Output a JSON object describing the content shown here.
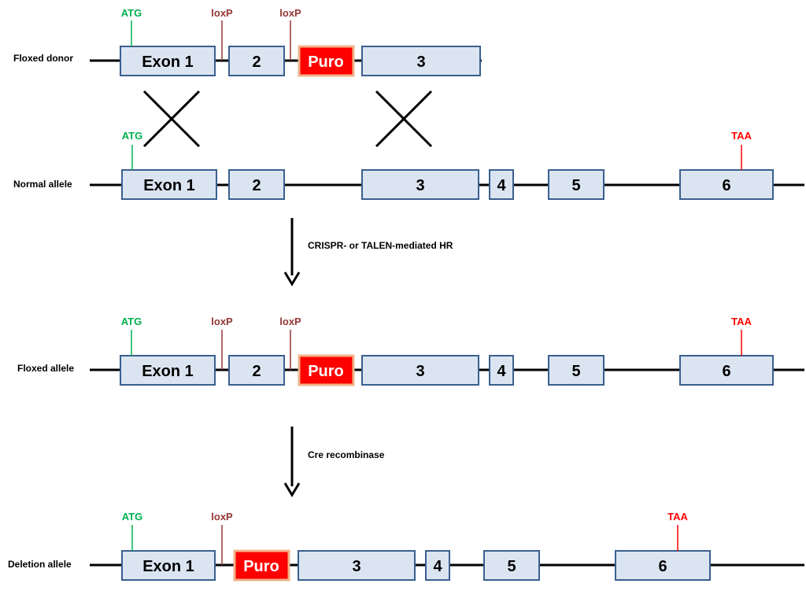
{
  "colors": {
    "exon_fill": "#dbe5f1",
    "exon_stroke": "#3a5f8f",
    "puro_fill": "#ff0000",
    "puro_stroke": "#f2b38a",
    "atg": "#00b050",
    "loxp": "#953735",
    "taa": "#ff0000",
    "line": "#000000"
  },
  "labels": {
    "floxed_donor": "Floxed donor",
    "normal_allele": "Normal allele",
    "floxed_allele": "Floxed allele",
    "deletion_allele": "Deletion allele"
  },
  "markers": {
    "atg": "ATG",
    "loxp": "loxP",
    "taa": "TAA"
  },
  "exons": {
    "e1": "Exon 1",
    "e2": "2",
    "e3": "3",
    "e4": "4",
    "e5": "5",
    "e6": "6"
  },
  "puro": "Puro",
  "steps": {
    "step1": "CRISPR- or TALEN-mediated HR",
    "step2": "Cre recombinase"
  }
}
